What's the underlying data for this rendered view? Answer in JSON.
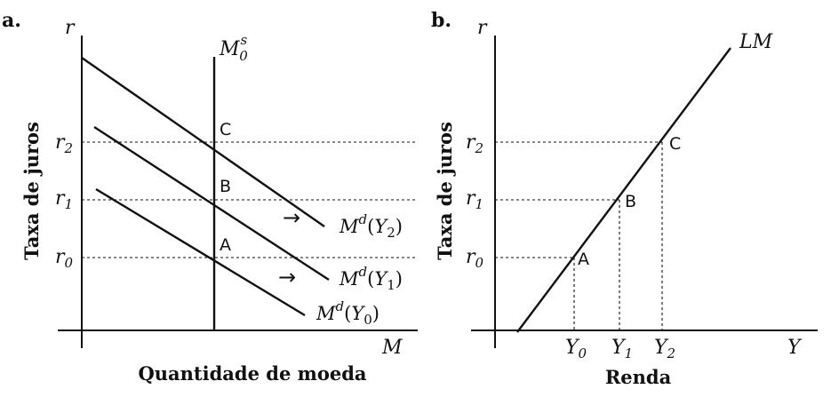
{
  "panel_a": {
    "label": "a.",
    "y_axis_symbol": "r",
    "x_axis_symbol": "M",
    "y_axis_title": "Taxa de juros",
    "x_axis_title": "Quantidade de moeda",
    "ticks": [
      {
        "base": "r",
        "sub": "2"
      },
      {
        "base": "r",
        "sub": "1"
      },
      {
        "base": "r",
        "sub": "0"
      }
    ],
    "supply": {
      "base": "M",
      "sup": "s",
      "sub": "0"
    },
    "points": [
      "C",
      "B",
      "A"
    ],
    "demand_curves": [
      {
        "base": "M",
        "sup": "d",
        "arg": "Y",
        "sub": "2"
      },
      {
        "base": "M",
        "sup": "d",
        "arg": "Y",
        "sub": "1"
      },
      {
        "base": "M",
        "sup": "d",
        "arg": "Y",
        "sub": "0"
      }
    ],
    "arrow_glyph": "→"
  },
  "panel_b": {
    "label": "b.",
    "y_axis_symbol": "r",
    "x_axis_symbol": "Y",
    "y_axis_title": "Taxa de juros",
    "x_axis_title": "Renda",
    "curve_label": "LM",
    "ticks": [
      {
        "base": "r",
        "sub": "2"
      },
      {
        "base": "r",
        "sub": "1"
      },
      {
        "base": "r",
        "sub": "0"
      }
    ],
    "x_ticks": [
      {
        "base": "Y",
        "sub": "0"
      },
      {
        "base": "Y",
        "sub": "1"
      },
      {
        "base": "Y",
        "sub": "2"
      }
    ],
    "points": [
      "C",
      "B",
      "A"
    ]
  }
}
